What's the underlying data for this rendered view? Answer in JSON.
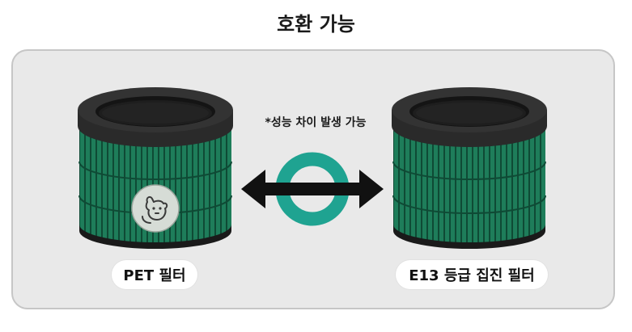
{
  "title": "호환 가능",
  "note": "*성능 차이 발생 가능",
  "left_label": "PET 필터",
  "right_label": "E13 등급 집진 필터",
  "icons": {
    "left_filter": "cylindrical-filter-icon",
    "pet": "pet-dog-icon",
    "swap": "double-arrow-icon",
    "compatible": "circle-o-icon",
    "right_filter": "cylindrical-filter-icon"
  },
  "colors": {
    "filter_green": "#1e7d5a",
    "filter_dark": "#1c1c1c",
    "accent_teal": "#1fa391",
    "panel_bg": "#e9e9e9"
  }
}
